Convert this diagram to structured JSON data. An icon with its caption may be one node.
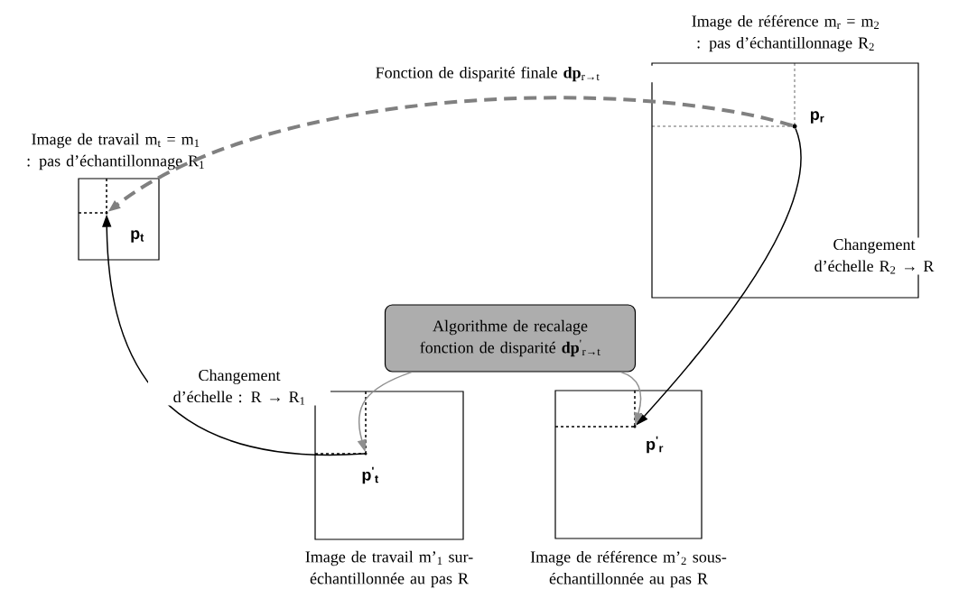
{
  "diagram": {
    "nodes": [
      {
        "text": [
          "Image de travail m$_{t}$ = m$_{1}$ : pas d’échantillonnage R$_{1}$"
        ]
      },
      {
        "text": [],
        "shape": "circle",
        "in": 0,
        "beside": [
          "p$_{t}$"
        ]
      },
      {
        "text": [
          "Image de référence m$_{r}$ = m$_{2}$ : pas d’échantillonnage R$_{2}$"
        ]
      },
      {
        "text": [],
        "shape": "circle",
        "in": 2,
        "beside": [
          "p$_{r}$"
        ]
      },
      {
        "text": [
          "Algorithme de recalage fonction de disparité **dp**$^{'}$$_{r→t}$"
        ]
      },
      {
        "text": [
          "Image de travail m’$_{1}$ sur-échantillonnée au pas R"
        ]
      },
      {
        "text": [],
        "shape": "circle",
        "in": 5,
        "beside": [
          "p$^{'}$$_{t}$"
        ]
      },
      {
        "text": [
          "Image de référence m’$_{2}$ sous-échantillonnée au pas R"
        ]
      },
      {
        "text": [],
        "shape": "circle",
        "in": 7,
        "beside": [
          "p$^{'}$$_{r}$"
        ]
      }
    ],
    "edges": [
      {
        "from": 3,
        "to": 1,
        "arrow": "to",
        "label": "Fonction de disparité finale **dp**$_{r→t}$",
        "style": "dashed",
        "color": "#808080"
      },
      {
        "from": 3,
        "to": 8,
        "arrow": "to",
        "label": "Changement d’échelle R$_{2}$ → R"
      },
      {
        "from": 6,
        "to": 1,
        "arrow": "to",
        "label": "Changement d’échelle : R → R$_{1}$"
      },
      {
        "from": 4,
        "to": 6,
        "arrow": "to",
        "color": "#909090"
      },
      {
        "from": 4,
        "to": 8,
        "arrow": "to",
        "color": "#909090"
      }
    ]
  }
}
